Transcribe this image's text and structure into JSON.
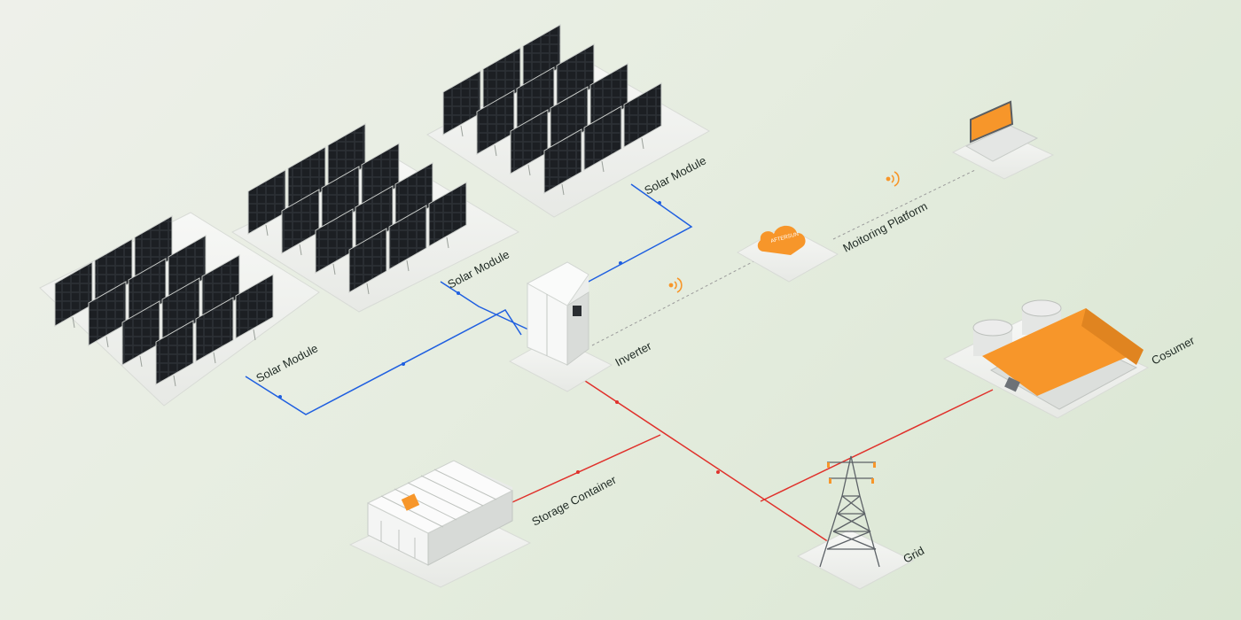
{
  "labels": {
    "solar_module_left": "Solar Module",
    "solar_module_middle": "Solar Module",
    "solar_module_top": "Solar Module",
    "inverter": "Inverter",
    "monitoring_platform": "Moitoring Platform",
    "storage_container": "Storage Container",
    "grid": "Grid",
    "consumer": "Cosumer"
  },
  "cloud_brand": "AFTERSUN",
  "colors": {
    "dc_line": "#1f5fe0",
    "ac_line": "#e0312b",
    "accent": "#f7962a",
    "panel": "#2b2e33",
    "platform": "#f2f3f1",
    "data_link": "#9a9a9a"
  },
  "icons": [
    "solar-panel-icon",
    "inverter-cabinet-icon",
    "cloud-icon",
    "laptop-icon",
    "wifi-signal-icon",
    "battery-container-icon",
    "transmission-tower-icon",
    "factory-icon"
  ]
}
